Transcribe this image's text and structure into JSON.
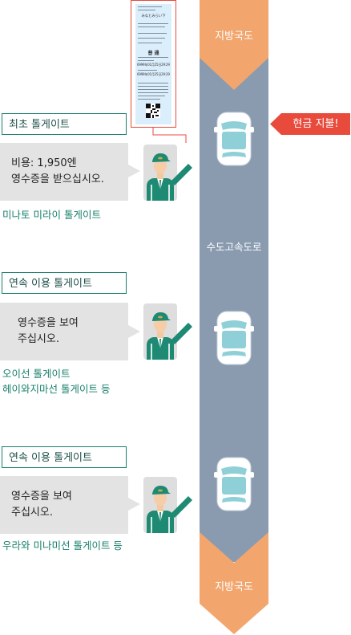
{
  "road": {
    "top_label": "지방국도",
    "middle_label": "수도고속도로",
    "bottom_label": "지방국도",
    "colors": {
      "expressway": "#8a9bb0",
      "local_road": "#f2a66e",
      "car_glass": "#8fd0d8",
      "car_body": "#ffffff",
      "gate_border": "#19806c",
      "cash_red": "#e84a3c"
    }
  },
  "cash_badge": "현금 지불!",
  "ticket": {
    "title": "みなとみらい下",
    "tsuko": "普 通",
    "dates": [
      "6999年01月25日29:29",
      "6999年01月25日29:29"
    ],
    "icon": "qr-code-icon"
  },
  "gates": [
    {
      "title": "최초 톨게이트",
      "bubble": "비용: 1,950엔\n영수증을 받으십시오.",
      "caption": "미나토 미라이 톨게이트",
      "icon": "toll-staff-icon"
    },
    {
      "title": "연속 이용 톨게이트",
      "bubble": "영수증을 보여\n주십시오.",
      "caption": "오이선 톨게이트\n헤이와지마선 톨게이트 등",
      "icon": "toll-staff-icon"
    },
    {
      "title": "연속 이용 톨게이트",
      "bubble": "영수증을 보여\n주십시오.",
      "caption": "우라와 미나미선 톨게이트 등",
      "icon": "toll-staff-icon"
    }
  ]
}
